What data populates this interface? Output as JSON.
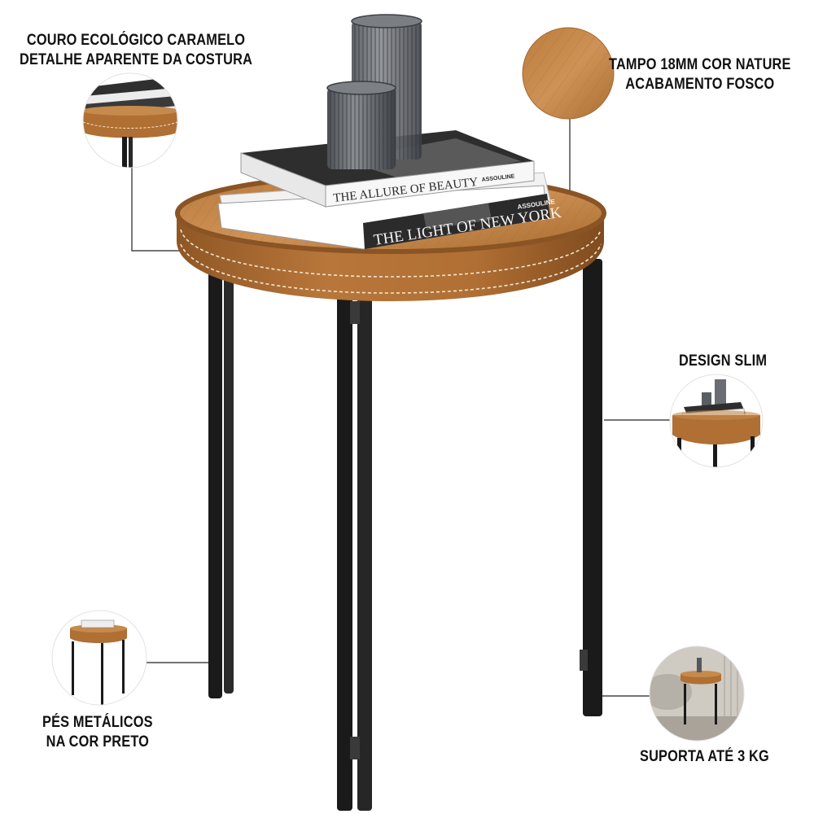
{
  "labels": {
    "leather": {
      "line1": "COURO ECOLÓGICO CARAMELO",
      "line2": "DETALHE APARENTE DA COSTURA"
    },
    "top": {
      "line1": "TAMPO 18MM COR NATURE",
      "line2": "ACABAMENTO FOSCO"
    },
    "slim": {
      "line1": "DESIGN SLIM"
    },
    "feet": {
      "line1": "PÉS METÁLICOS",
      "line2": "NA COR PRETO"
    },
    "weight": {
      "line1": "SUPORTA ATÉ 3 KG"
    }
  },
  "books": {
    "top_title": "THE ALLURE OF BEAUTY",
    "bottom_title": "THE LIGHT OF NEW YORK",
    "publisher": "ASSOULINE"
  },
  "colors": {
    "leather": "#b06f33",
    "leather_dark": "#8a5424",
    "wood": "#c68a4c",
    "legs": "#1a1a1a",
    "stitch": "#f3e6d2",
    "glass": "#6a6d72",
    "leader": "#222222"
  }
}
